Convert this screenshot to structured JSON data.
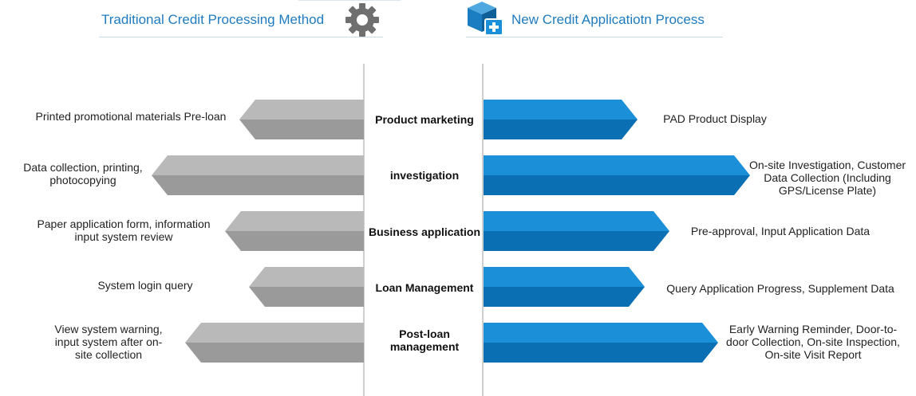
{
  "header": {
    "traditional_title": "Traditional Credit Processing Method",
    "new_title": "New Credit Applicatiotn Process",
    "traditional_icon": "gear-icon",
    "new_icon": "cube-plus-icon"
  },
  "colors": {
    "gray_light": "#b9b9b9",
    "gray_dark": "#9a9a9a",
    "blue_light": "#1b8fd8",
    "blue_dark": "#0b6fb3",
    "title_blue": "#1f7bbf",
    "divider": "#cfcfcf"
  },
  "rows": [
    {
      "stage": "Product marketing",
      "traditional": "Printed promotional materials Pre-loan",
      "new": "PAD Product Display"
    },
    {
      "stage": "investigation",
      "traditional": "Data collection, printing, photocopying",
      "new": "On-site Investigation, Customer Data Collection (Including GPS/License Plate)"
    },
    {
      "stage": "Business application",
      "traditional": "Paper application form, information input system review",
      "new": "Pre-approval, Input Application Data"
    },
    {
      "stage": "Loan Management",
      "traditional": "System login query",
      "new": "Query Application Progress, Supplement Data"
    },
    {
      "stage": "Post-loan management",
      "traditional": "View system warning, input system after on-site collection",
      "new": "Early Warning Reminder, Door-to-door Collection, On-site Inspection, On-site Visit Report"
    }
  ]
}
